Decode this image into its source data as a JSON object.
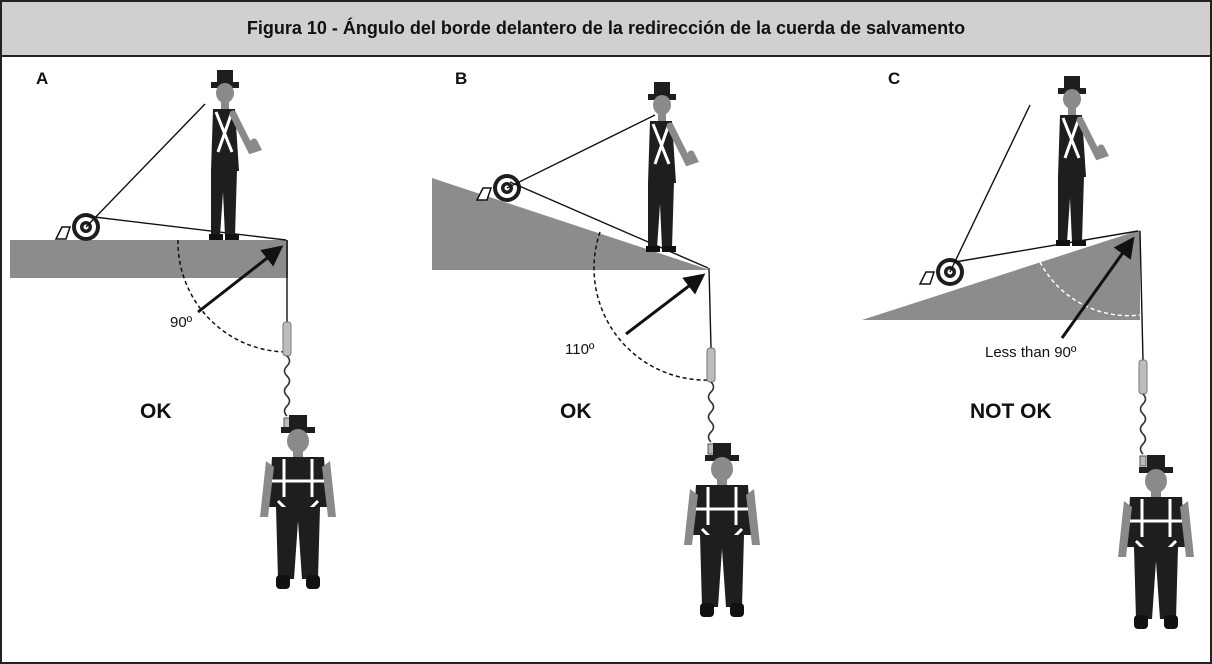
{
  "figure": {
    "title": "Figura 10 - Ángulo del borde delantero de la redirección de la cuerda de salvamento"
  },
  "panels": [
    {
      "letter": "A",
      "angle_label": "90º",
      "status": "OK"
    },
    {
      "letter": "B",
      "angle_label": "110º",
      "status": "OK"
    },
    {
      "letter": "C",
      "angle_label": "Less than 90º",
      "status": "NOT OK"
    }
  ],
  "colors": {
    "ledge": "#8c8c8c",
    "worker": "#1e1e1e",
    "skin": "#8a8a8a",
    "title_bg": "#d0d0d0"
  }
}
